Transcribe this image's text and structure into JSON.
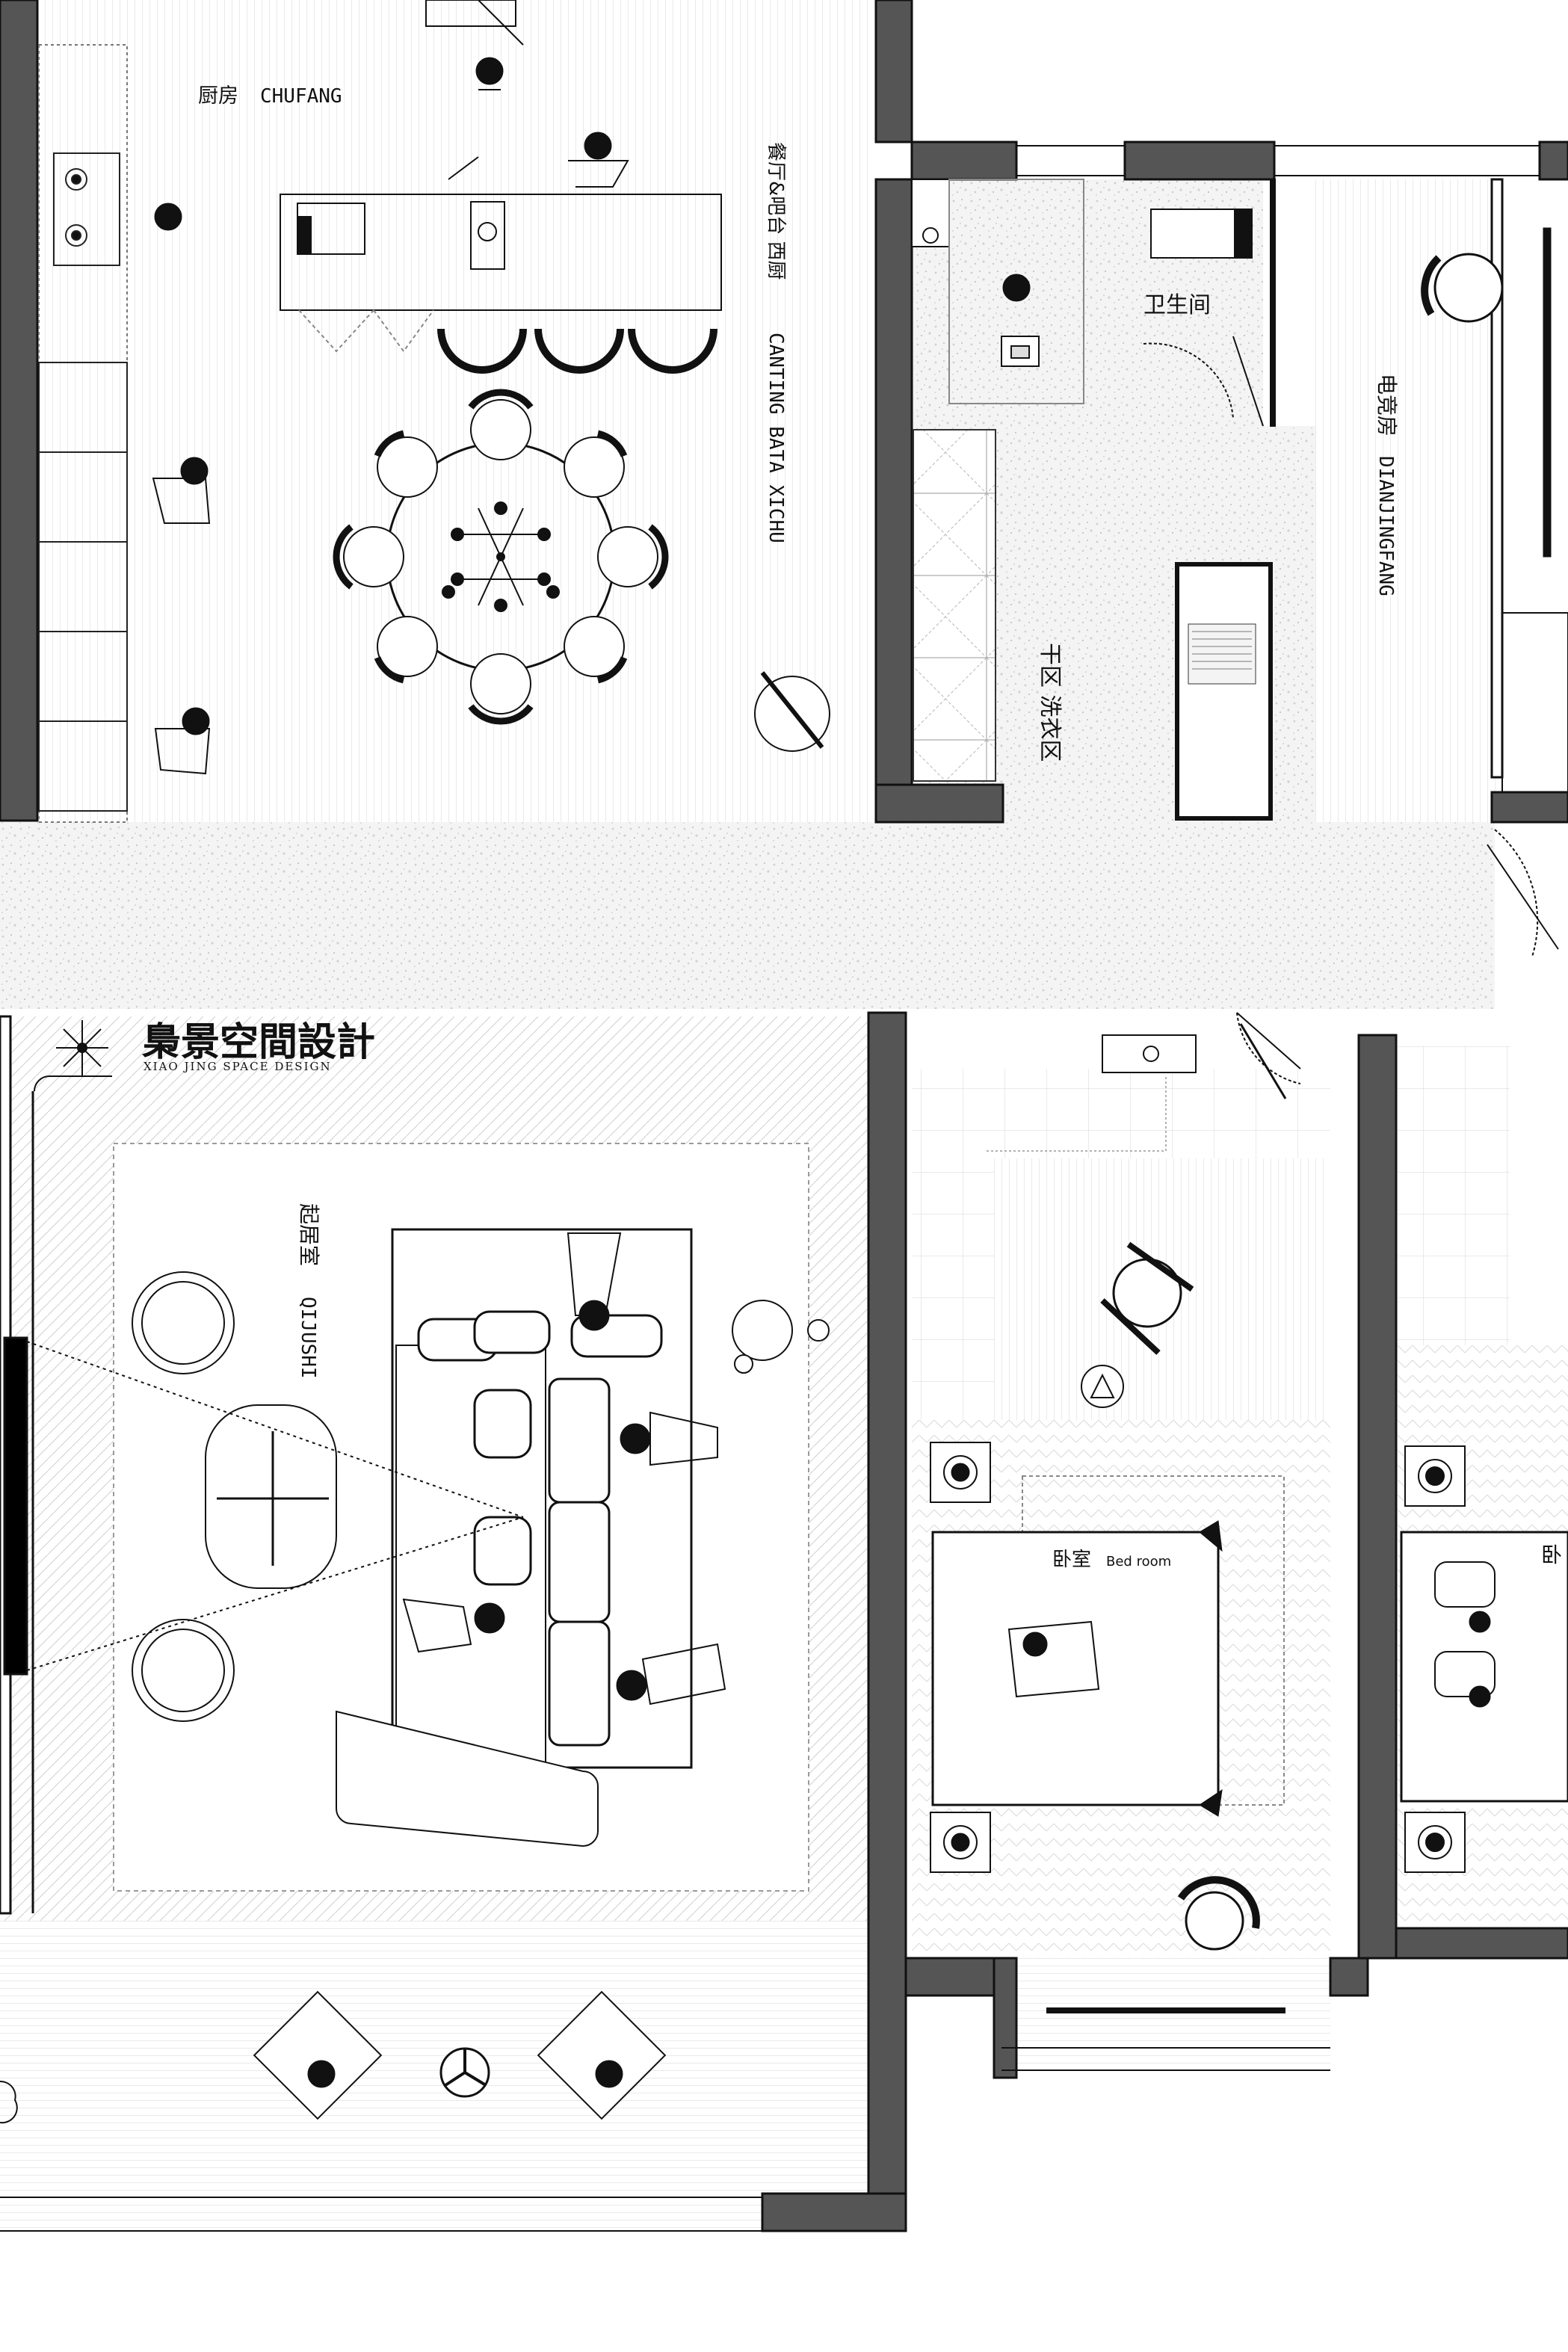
{
  "brand": {
    "name_zh": "梟景空間設計",
    "name_en": "XIAO JING SPACE DESIGN",
    "logo_icon": "starburst-logo-icon"
  },
  "rooms": {
    "kitchen": {
      "zh": "厨房",
      "en": "CHUFANG"
    },
    "dining": {
      "zh": "餐厅&吧台 西厨",
      "en": "CANTING BATA XICHU"
    },
    "bathroom": {
      "zh": "卫生间"
    },
    "esports": {
      "zh": "电竞房",
      "en": "DIANJINGFANG"
    },
    "laundry": {
      "zh": "干区 洗衣区"
    },
    "living": {
      "zh": "起居室",
      "en": "QIJUSHI"
    },
    "bedroom": {
      "zh": "卧室",
      "en": "Bed room"
    },
    "bedroom2": {
      "zh": "卧"
    }
  },
  "colors": {
    "wall": "#555555",
    "wall_edge": "#111111",
    "floor_stripe": "#dcdcdc",
    "terrazzo": "#eeeeee",
    "furniture": "#000000"
  }
}
